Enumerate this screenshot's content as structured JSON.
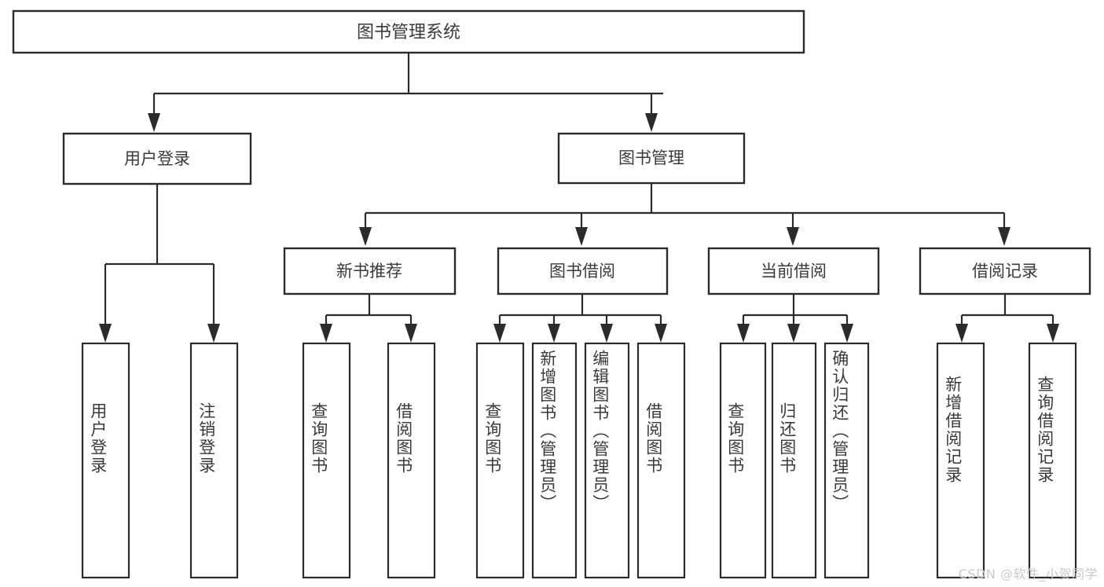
{
  "diagram": {
    "type": "tree",
    "title": "图书管理系统",
    "orientation": "top-down",
    "colors": {
      "box_stroke": "#2b2b2b",
      "box_fill": "#ffffff",
      "text": "#3a3a3a",
      "background": "#ffffff",
      "watermark": "#c9c9c9"
    },
    "root": {
      "label": "图书管理系统"
    },
    "level2": [
      {
        "label": "用户登录"
      },
      {
        "label": "图书管理"
      }
    ],
    "level3": [
      {
        "label": "新书推荐"
      },
      {
        "label": "图书借阅"
      },
      {
        "label": "当前借阅"
      },
      {
        "label": "借阅记录"
      }
    ],
    "leaves": {
      "user_login": [
        {
          "label": "用户登录"
        },
        {
          "label": "注销登录"
        }
      ],
      "new_book_recommend": [
        {
          "label": "查询图书"
        },
        {
          "label": "借阅图书"
        }
      ],
      "book_borrow": [
        {
          "label": "查询图书"
        },
        {
          "label": "新增图书（管理员）"
        },
        {
          "label": "编辑图书（管理员）"
        },
        {
          "label": "借阅图书"
        }
      ],
      "current_borrow": [
        {
          "label": "查询图书"
        },
        {
          "label": "归还图书"
        },
        {
          "label": "确认归还（管理员）"
        }
      ],
      "borrow_record": [
        {
          "label": "新增借阅记录"
        },
        {
          "label": "查询借阅记录"
        }
      ]
    }
  },
  "watermark": {
    "text": "CSDN @软件_小贺同学"
  }
}
